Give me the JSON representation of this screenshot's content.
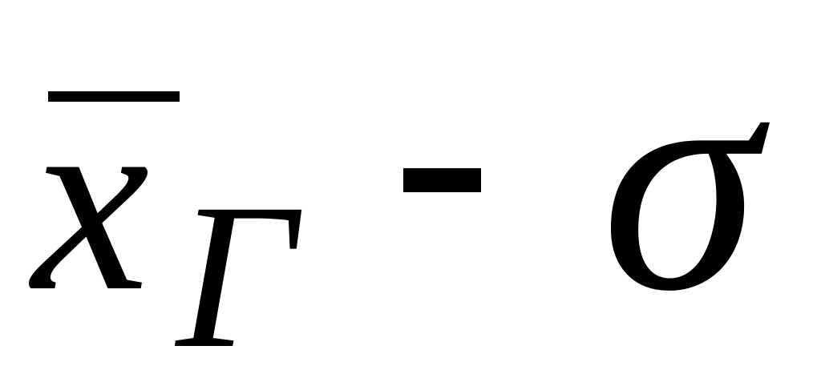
{
  "formula": {
    "variable": "x",
    "subscript": "Γ",
    "operator": "-",
    "second_symbol": "σ",
    "text_color": "#000000",
    "background_color": "#ffffff"
  }
}
